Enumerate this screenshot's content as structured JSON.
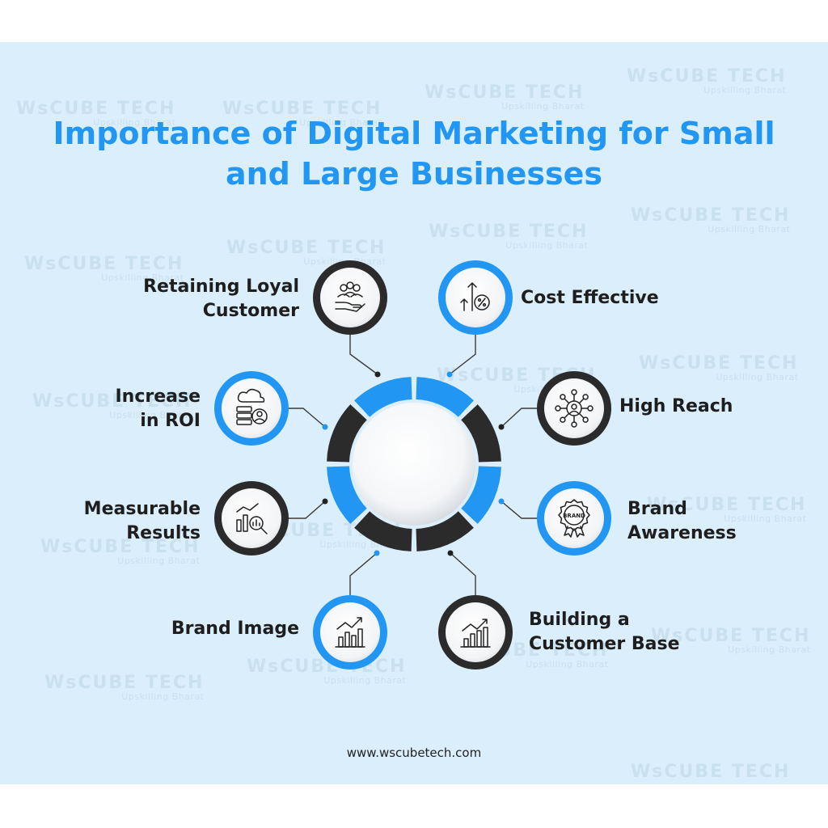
{
  "title": {
    "line1": "Importance of Digital Marketing for Small",
    "line2": "and Large Businesses"
  },
  "watermark": {
    "brand": "WsCUBE TECH",
    "tagline": "Upskilling Bharat"
  },
  "nodes": [
    {
      "id": "retaining",
      "lines": [
        "Retaining Loyal",
        "Customer"
      ],
      "icon": "hand-holding-people-icon",
      "ring": "dark"
    },
    {
      "id": "cost",
      "lines": [
        "Cost Effective"
      ],
      "icon": "arrow-up-percent-icon",
      "ring": "blue"
    },
    {
      "id": "roi",
      "lines": [
        "Increase",
        "in ROI"
      ],
      "icon": "cloud-server-user-icon",
      "ring": "blue"
    },
    {
      "id": "reach",
      "lines": [
        "High Reach"
      ],
      "icon": "network-user-icon",
      "ring": "dark"
    },
    {
      "id": "measurable",
      "lines": [
        "Measurable",
        "Results"
      ],
      "icon": "chart-magnifier-icon",
      "ring": "dark"
    },
    {
      "id": "awareness",
      "lines": [
        "Brand",
        "Awareness"
      ],
      "icon": "brand-badge-icon",
      "ring": "blue"
    },
    {
      "id": "image",
      "lines": [
        "Brand Image"
      ],
      "icon": "growth-bar-chart-icon",
      "ring": "blue"
    },
    {
      "id": "customerbase",
      "lines": [
        "Building a",
        "Customer Base"
      ],
      "icon": "trend-bar-chart-icon",
      "ring": "dark"
    }
  ],
  "badge_text": "BRAND",
  "colors": {
    "blue": "#2196f3",
    "dark": "#2b2b2b",
    "background": "#dbeefb"
  },
  "footer": "www.wscubetech.com"
}
